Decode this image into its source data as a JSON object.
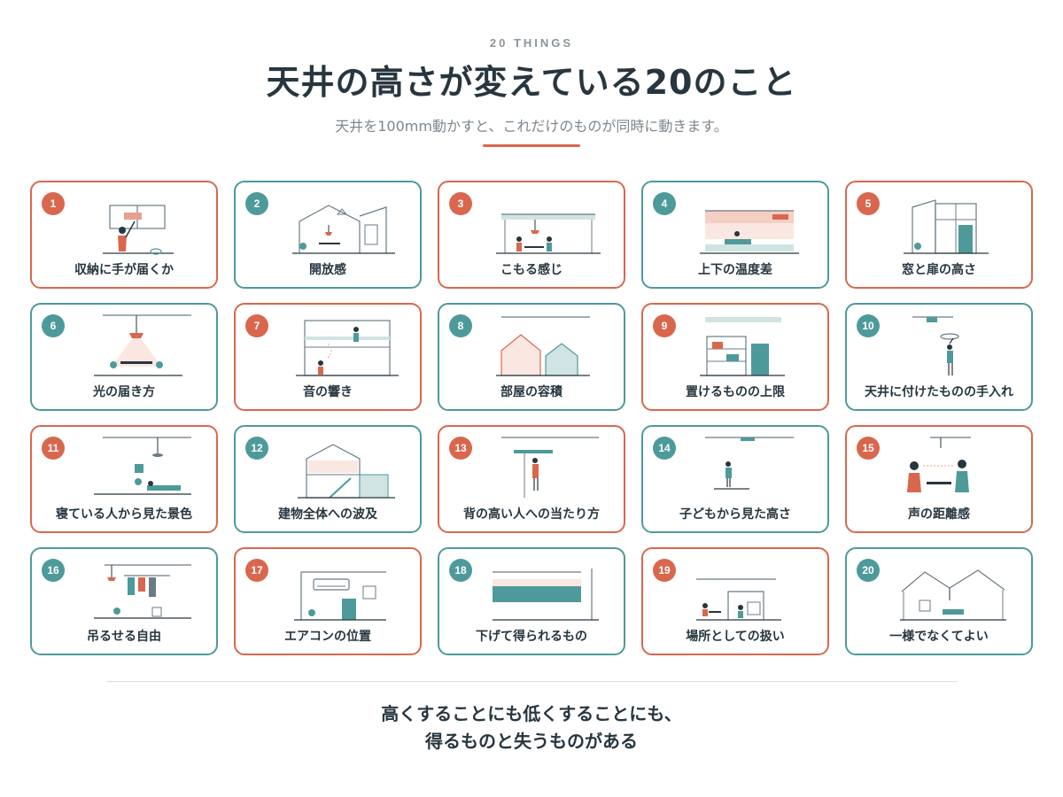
{
  "header": {
    "eyebrow": "20 THINGS",
    "title": "天井の高さが変えている20のこと",
    "subtitle": "天井を100mm動かすと、これだけのものが同時に動きます。"
  },
  "colors": {
    "accent": "#d9674d",
    "teal": "#4e9a9a",
    "text": "#27363f"
  },
  "cards": [
    {
      "number": "1",
      "label": "収納に手が届くか",
      "theme": "accent"
    },
    {
      "number": "2",
      "label": "開放感",
      "theme": "teal"
    },
    {
      "number": "3",
      "label": "こもる感じ",
      "theme": "accent"
    },
    {
      "number": "4",
      "label": "上下の温度差",
      "theme": "teal"
    },
    {
      "number": "5",
      "label": "窓と扉の高さ",
      "theme": "accent"
    },
    {
      "number": "6",
      "label": "光の届き方",
      "theme": "teal"
    },
    {
      "number": "7",
      "label": "音の響き",
      "theme": "accent"
    },
    {
      "number": "8",
      "label": "部屋の容積",
      "theme": "teal"
    },
    {
      "number": "9",
      "label": "置けるものの上限",
      "theme": "accent"
    },
    {
      "number": "10",
      "label": "天井に付けたものの手入れ",
      "theme": "teal"
    },
    {
      "number": "11",
      "label": "寝ている人から見た景色",
      "theme": "accent"
    },
    {
      "number": "12",
      "label": "建物全体への波及",
      "theme": "teal"
    },
    {
      "number": "13",
      "label": "背の高い人への当たり方",
      "theme": "accent"
    },
    {
      "number": "14",
      "label": "子どもから見た高さ",
      "theme": "teal"
    },
    {
      "number": "15",
      "label": "声の距離感",
      "theme": "accent"
    },
    {
      "number": "16",
      "label": "吊るせる自由",
      "theme": "teal"
    },
    {
      "number": "17",
      "label": "エアコンの位置",
      "theme": "accent"
    },
    {
      "number": "18",
      "label": "下げて得られるもの",
      "theme": "teal"
    },
    {
      "number": "19",
      "label": "場所としての扱い",
      "theme": "accent"
    },
    {
      "number": "20",
      "label": "一様でなくてよい",
      "theme": "teal"
    }
  ],
  "footer": {
    "line1": "高くすることにも低くすることにも、",
    "line2": "得るものと失うものがある"
  }
}
